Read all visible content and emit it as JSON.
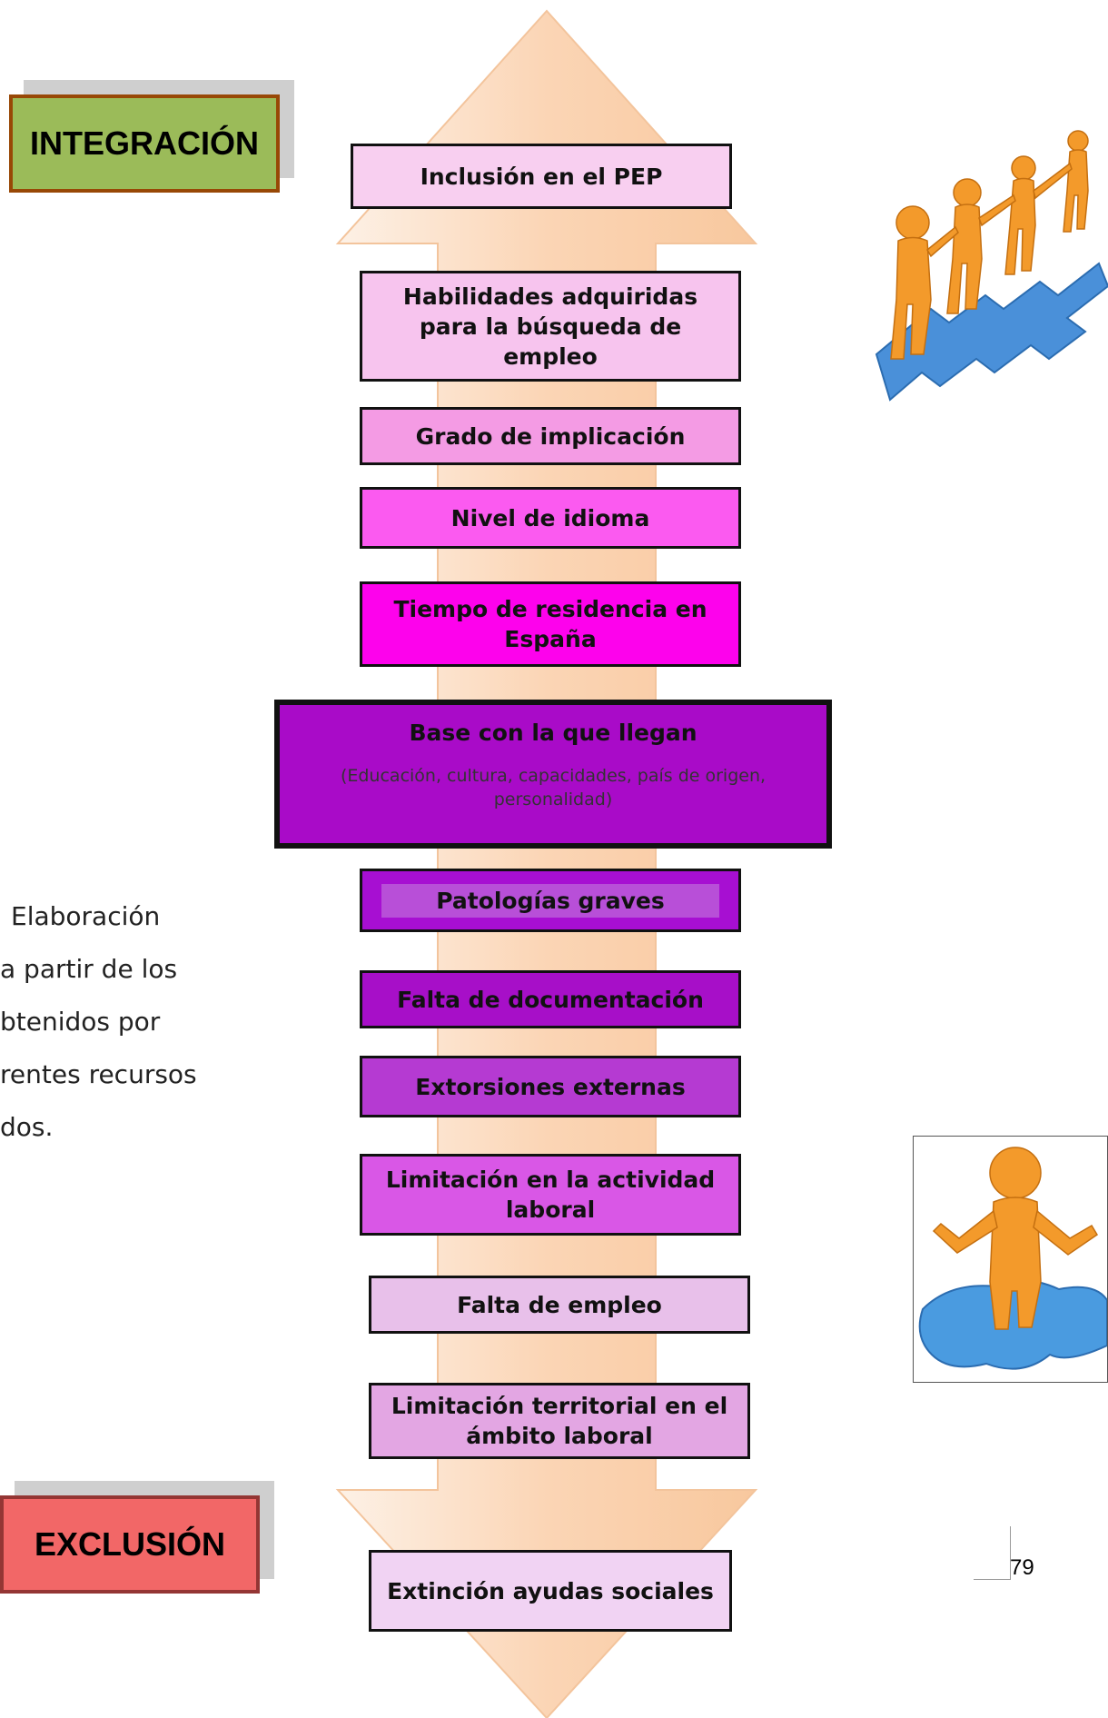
{
  "labels": {
    "top": "INTEGRACIÓN",
    "bottom": "EXCLUSIÓN"
  },
  "factors": [
    {
      "text": "Inclusión en el PEP",
      "color": "#f8cff0"
    },
    {
      "text": "Habilidades adquiridas para la búsqueda de empleo",
      "color": "#f7c4ee"
    },
    {
      "text": "Grado de implicación",
      "color": "#f49be4"
    },
    {
      "text": "Nivel de idioma",
      "color": "#fb5af0"
    },
    {
      "text": "Tiempo de residencia en España",
      "color": "#fd02ec"
    },
    {
      "text": "Base con la que llegan",
      "sub": "(Educación, cultura, capacidades, país de origen, personalidad)",
      "color": "#a90bc8"
    },
    {
      "text": "Patologías graves",
      "color": "#a70fd2"
    },
    {
      "text": "Falta de documentación",
      "color": "#a70fc8"
    },
    {
      "text": "Extorsiones externas",
      "color": "#b53ad2"
    },
    {
      "text": "Limitación en la actividad laboral",
      "color": "#d957e6"
    },
    {
      "text": "Falta de empleo",
      "color": "#e8c0ea"
    },
    {
      "text": "Limitación territorial en el ámbito laboral",
      "color": "#e3a6e3"
    },
    {
      "text": "Extinción ayudas sociales",
      "color": "#f1d3f3"
    }
  ],
  "side_text": [
    "Elaboración",
    "a partir de los",
    "btenidos por",
    "rentes recursos",
    "dos."
  ],
  "page_number": "79",
  "colors": {
    "integracion_fill": "#9bbb59",
    "integracion_border": "#984806",
    "exclusion_fill": "#f26767",
    "exclusion_border": "#943634",
    "arrow_fill": "#fbd5b5"
  },
  "icons": [
    "people-holding-hands-on-puzzle-icon",
    "person-shrugging-on-puzzle-icon"
  ]
}
